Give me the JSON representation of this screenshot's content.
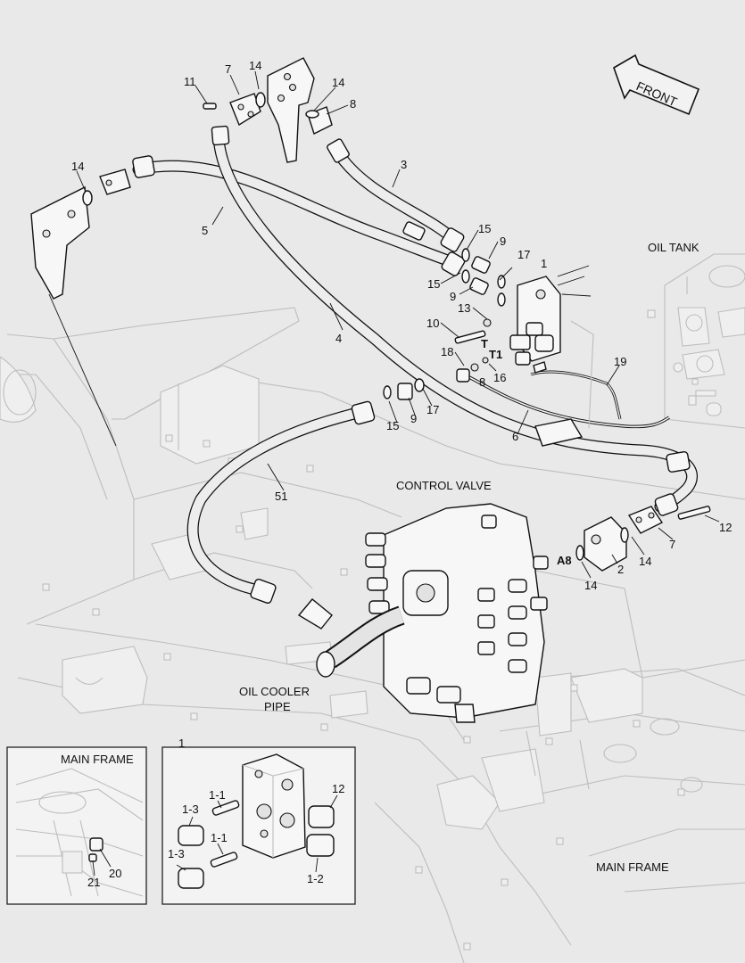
{
  "diagram": {
    "text_labels": {
      "front": "FRONT",
      "oil_tank": "OIL TANK",
      "control_valve": "CONTROL VALVE",
      "oil_cooler_pipe_1": "OIL COOLER",
      "oil_cooler_pipe_2": "PIPE",
      "main_frame": "MAIN FRAME",
      "inset_main_frame": "MAIN FRAME",
      "port_a8": "A8",
      "port_t": "T",
      "port_t1": "T1",
      "inset_detail_ref": "1"
    },
    "part_callouts": {
      "c11": "11",
      "c7a": "7",
      "c14a": "14",
      "c14b": "14",
      "c8a": "8",
      "c14c": "14",
      "c3": "3",
      "c5": "5",
      "c15a": "15",
      "c9a": "9",
      "c17a": "17",
      "c1": "1",
      "c15b": "15",
      "c9b": "9",
      "c13": "13",
      "c10": "10",
      "c18": "18",
      "c8b": "8",
      "c16": "16",
      "c19": "19",
      "c4": "4",
      "c15c": "15",
      "c9c": "9",
      "c17b": "17",
      "c6": "6",
      "c51": "51",
      "c12": "12",
      "c7b": "7",
      "c14d": "14",
      "c2": "2",
      "c14e": "14",
      "c21": "21",
      "c20": "20",
      "d1_1a": "1-1",
      "d1_3a": "1-3",
      "d1_1b": "1-1",
      "d1_3b": "1-3",
      "d12": "12",
      "d1_2": "1-2"
    }
  }
}
